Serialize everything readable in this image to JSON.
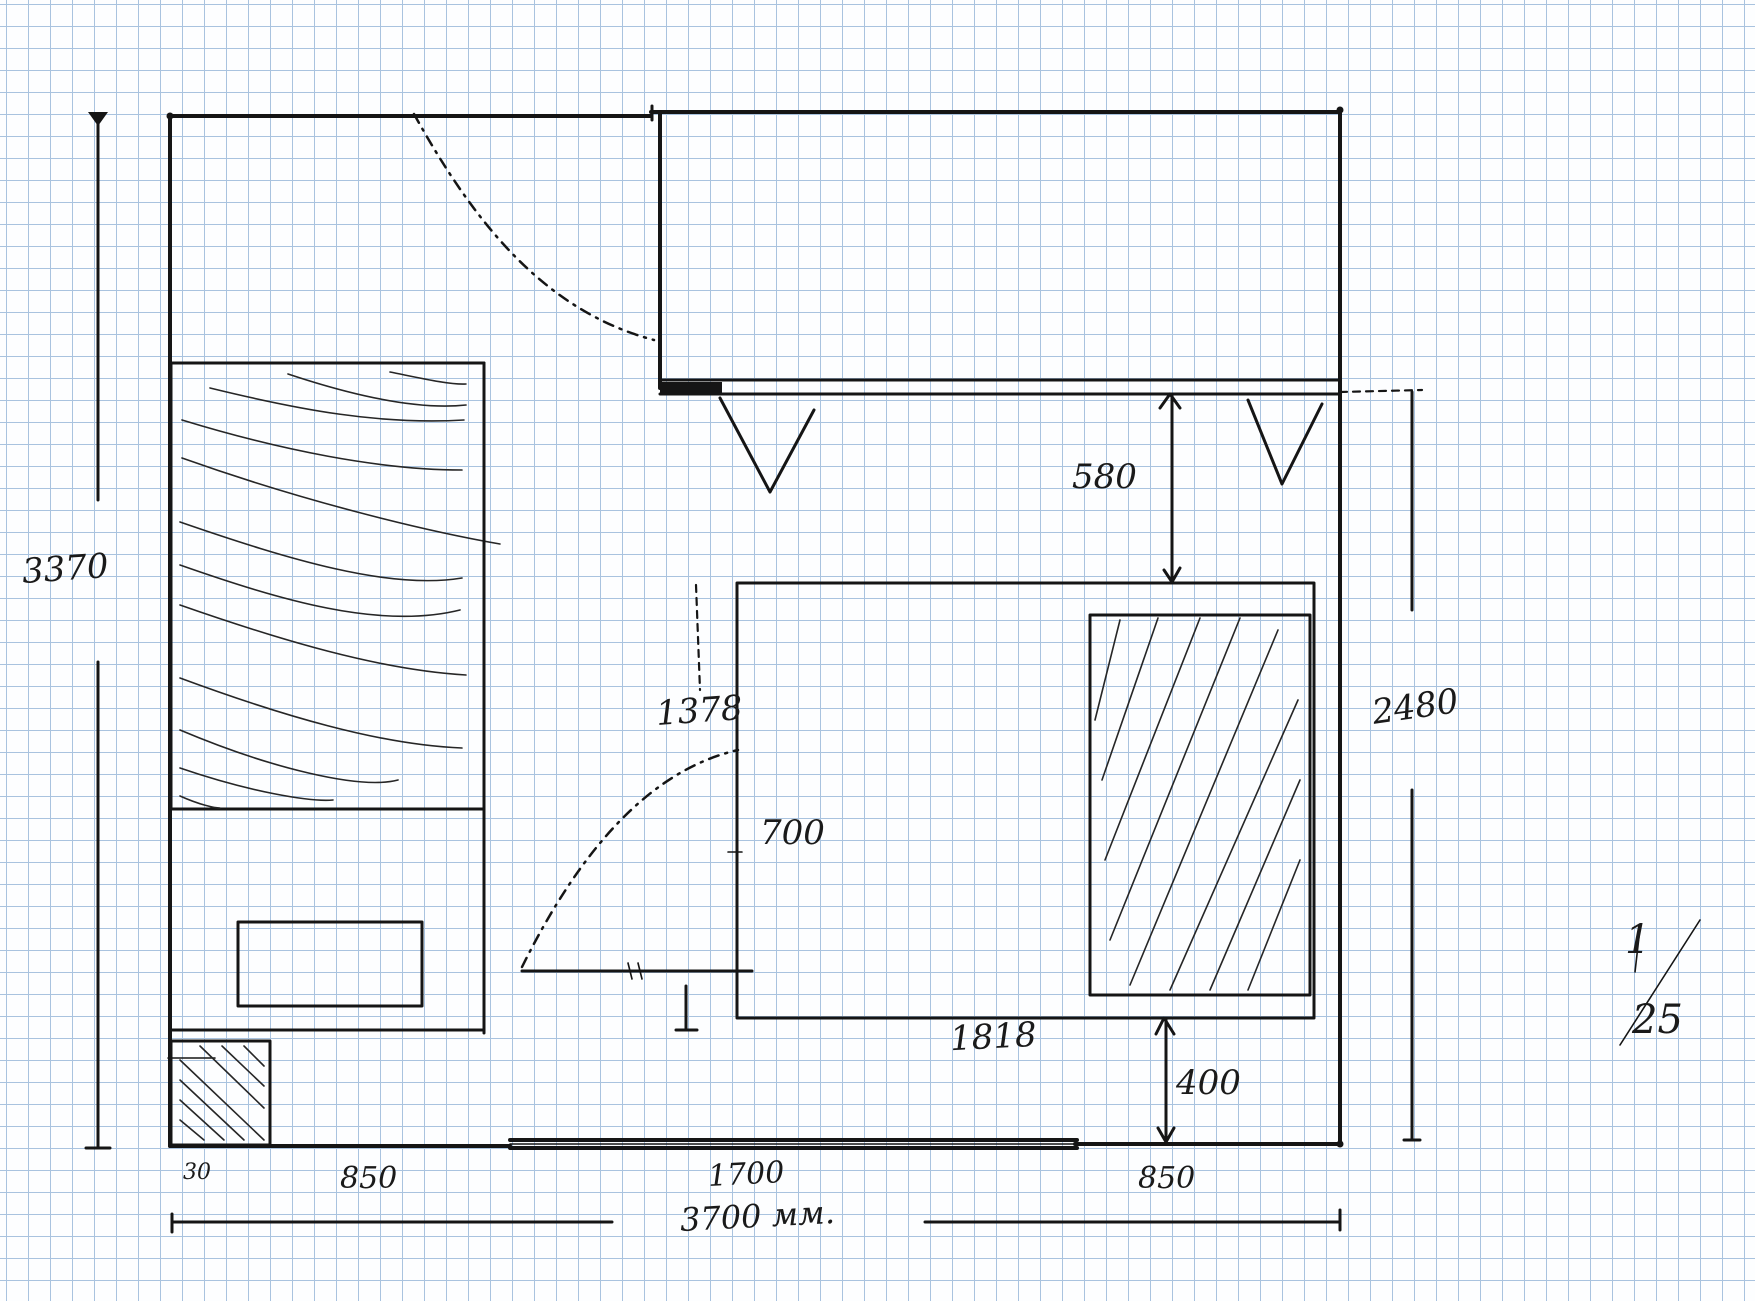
{
  "drawing": {
    "dimensions": {
      "overall_height": "3370",
      "right_height": "2480",
      "top_gap": "580",
      "side_offset": "1378",
      "door_width": "700",
      "bed_width": "1818",
      "bottom_gap": "400",
      "small_offset": "30",
      "left_span": "850",
      "middle_span": "1700",
      "right_span": "850",
      "overall_width": "3700 мм."
    },
    "scale": {
      "numerator": "1",
      "denominator": "25"
    }
  }
}
